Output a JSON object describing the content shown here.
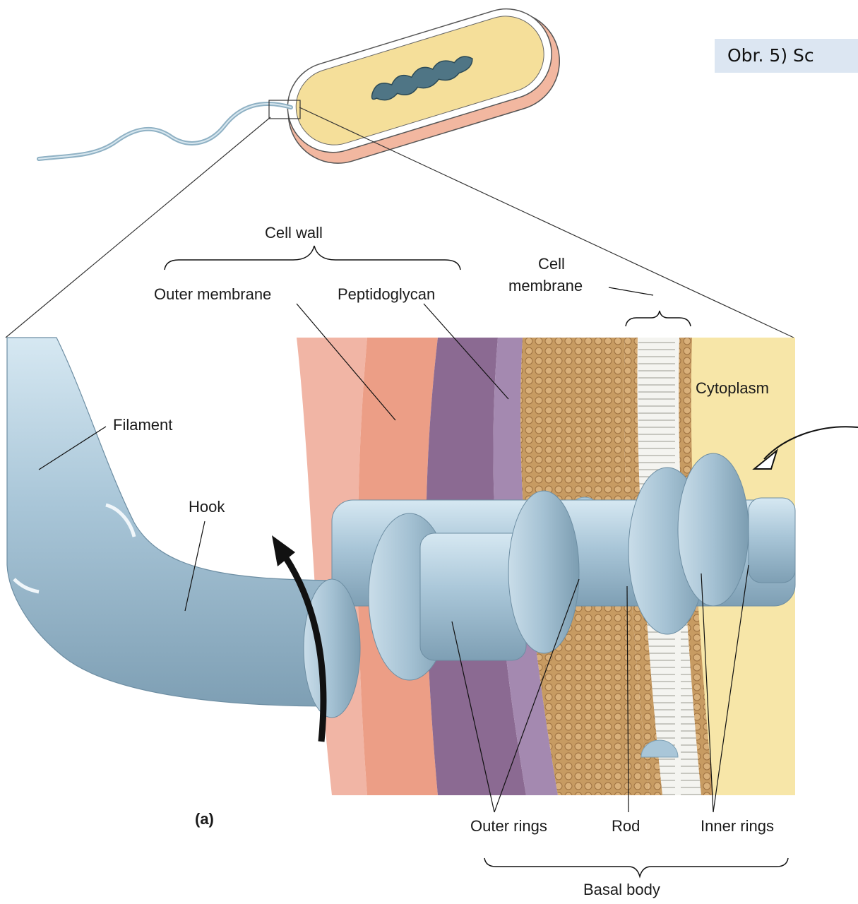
{
  "caption": "Obr. 5) Sc",
  "panel_label": "(a)",
  "labels": {
    "cell_wall": "Cell wall",
    "outer_membrane": "Outer membrane",
    "peptidoglycan": "Peptidoglycan",
    "cell_membrane_line1": "Cell",
    "cell_membrane_line2": "membrane",
    "cytoplasm": "Cytoplasm",
    "filament": "Filament",
    "hook": "Hook",
    "outer_rings": "Outer rings",
    "rod": "Rod",
    "inner_rings": "Inner rings",
    "basal_body": "Basal body"
  },
  "colors": {
    "outer_membrane": "#f0a090",
    "peptidoglycan": "#8a6a90",
    "cell_membrane": "#c89a60",
    "cytoplasm": "#f7e6a8",
    "flagellum": "#a9c6d8",
    "cell_body": "#f5df9a",
    "cell_envelope": "#f2b7a0"
  }
}
